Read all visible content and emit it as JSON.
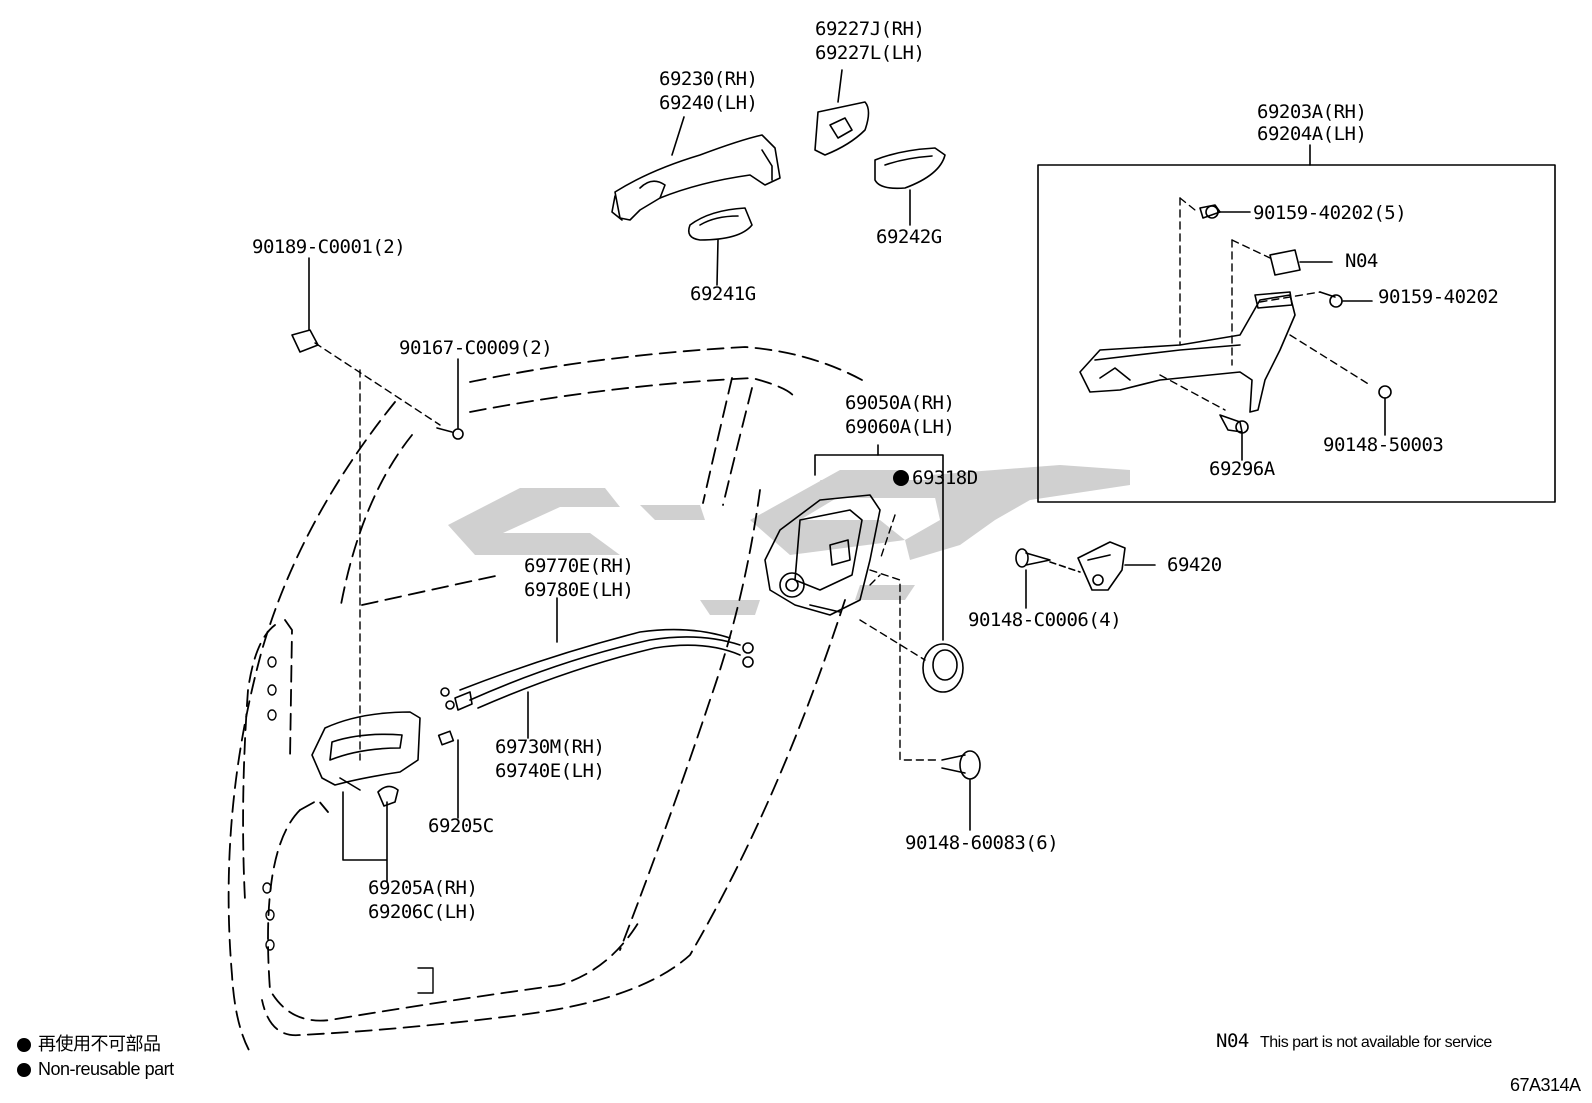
{
  "colors": {
    "ink": "#000000",
    "watermark": "#c8c8c8",
    "background": "#ffffff"
  },
  "parts": {
    "handle_rh": "69230(RH)",
    "handle_lh": "69240(LH)",
    "cover_rh": "69227J(RH)",
    "cover_lh": "69227L(LH)",
    "pad_69241g": "69241G",
    "pad_69242g": "69242G",
    "frame_rh": "69203A(RH)",
    "frame_lh": "69204A(LH)",
    "screw_5": "90159-40202(5)",
    "n04": "N04",
    "screw_90159": "90159-40202",
    "bolt_50003": "90148-50003",
    "clip_69296a": "69296A",
    "clip_c0001": "90189-C0001(2)",
    "screw_c0009": "90167-C0009(2)",
    "lock_rh": "69050A(RH)",
    "lock_lh": "69060A(LH)",
    "seal_69318d": "69318D",
    "striker_69420": "69420",
    "screw_c0006": "90148-C0006(4)",
    "cable_rh": "69770E(RH)",
    "cable_lh": "69780E(LH)",
    "cable2_rh": "69730M(RH)",
    "cable2_lh": "69740E(LH)",
    "retainer_69205c": "69205C",
    "inner_rh": "69205A(RH)",
    "inner_lh": "69206C(LH)",
    "screw_60083": "90148-60083(6)"
  },
  "legend": {
    "jp_text": "再使用不可部品",
    "en_text": "Non-reusable part",
    "n04_code": "N04",
    "n04_text": "This part is not available for service"
  },
  "figure_code": "67A314A"
}
